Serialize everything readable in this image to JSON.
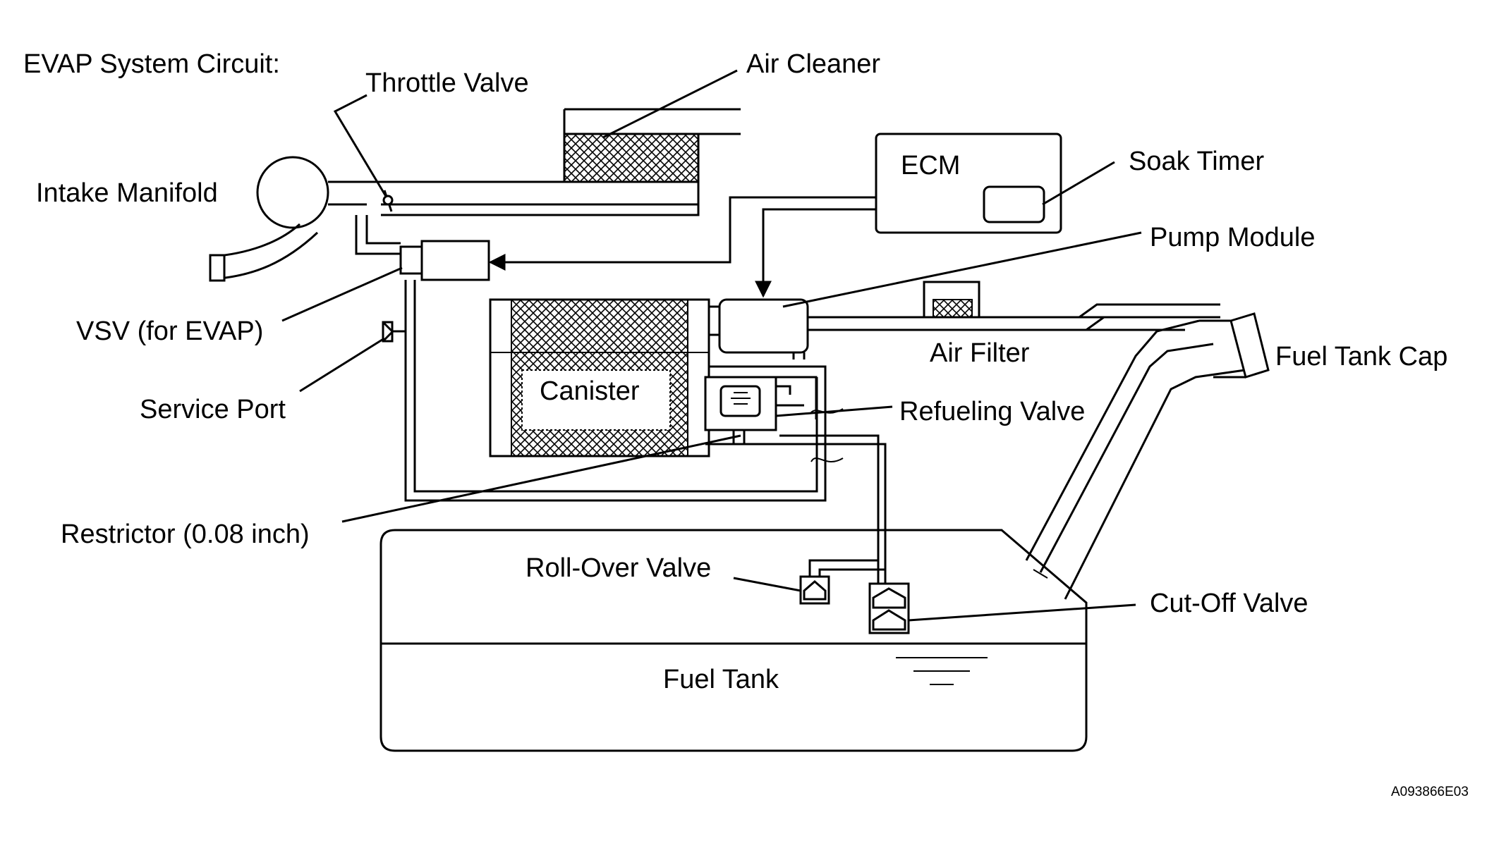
{
  "diagram": {
    "title": "EVAP System Circuit:",
    "figure_code": "A093866E03",
    "labels": {
      "throttle_valve": "Throttle Valve",
      "air_cleaner": "Air Cleaner",
      "intake_manifold": "Intake Manifold",
      "ecm": "ECM",
      "soak_timer": "Soak Timer",
      "pump_module": "Pump Module",
      "vsv": "VSV (for EVAP)",
      "air_filter": "Air Filter",
      "fuel_tank_cap": "Fuel Tank Cap",
      "service_port": "Service Port",
      "canister": "Canister",
      "refueling_valve": "Refueling Valve",
      "restrictor": "Restrictor (0.08 inch)",
      "roll_over_valve": "Roll-Over Valve",
      "cut_off_valve": "Cut-Off Valve",
      "fuel_tank": "Fuel Tank"
    }
  }
}
